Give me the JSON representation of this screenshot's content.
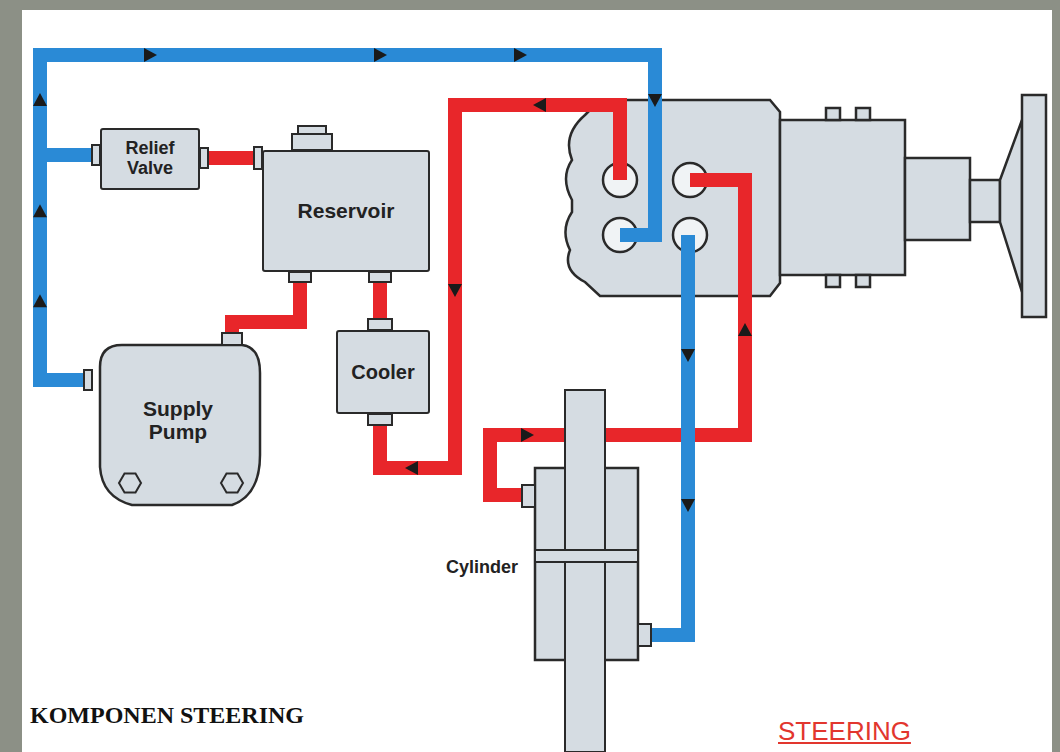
{
  "diagram": {
    "title": "KOMPONEN STEERING",
    "nodes": [
      {
        "text": [
          "Relief Valve"
        ]
      },
      {
        "text": [
          "Reservoir"
        ]
      },
      {
        "text": [
          "Supply Pump"
        ]
      },
      {
        "text": [
          "Cooler"
        ]
      },
      {
        "text": [
          "Cylinder"
        ]
      }
    ],
    "edges": [
      {
        "from": 0,
        "to": 1,
        "arrow": "none"
      },
      {
        "from": 1,
        "to": 2,
        "arrow": "none"
      },
      {
        "from": 1,
        "to": 3,
        "arrow": "none"
      },
      {
        "from": 2,
        "to": 0,
        "arrow": "to"
      }
    ],
    "labels": [
      "STEERING"
    ]
  }
}
